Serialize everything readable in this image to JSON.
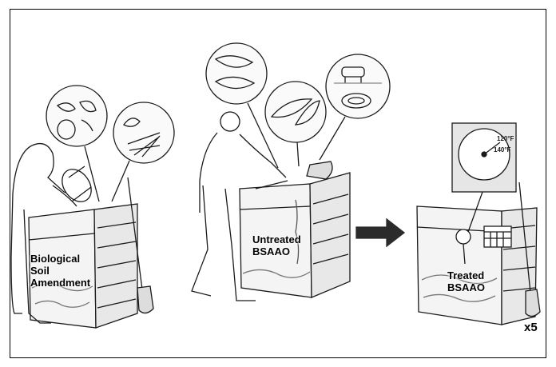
{
  "labels": {
    "bio_line1": "Biological",
    "bio_line2": "Soil",
    "bio_line3": "Amendment",
    "untreated_line1": "Untreated",
    "untreated_line2": "BSAAO",
    "treated_line1": "Treated",
    "treated_line2": "BSAAO",
    "multiplier": "x5",
    "thermo_high": "120°F",
    "thermo_low": "140°F"
  },
  "colors": {
    "ink": "#1a1a1a",
    "arrow": "#2b2b2b",
    "compost": "#9a9a9a"
  }
}
